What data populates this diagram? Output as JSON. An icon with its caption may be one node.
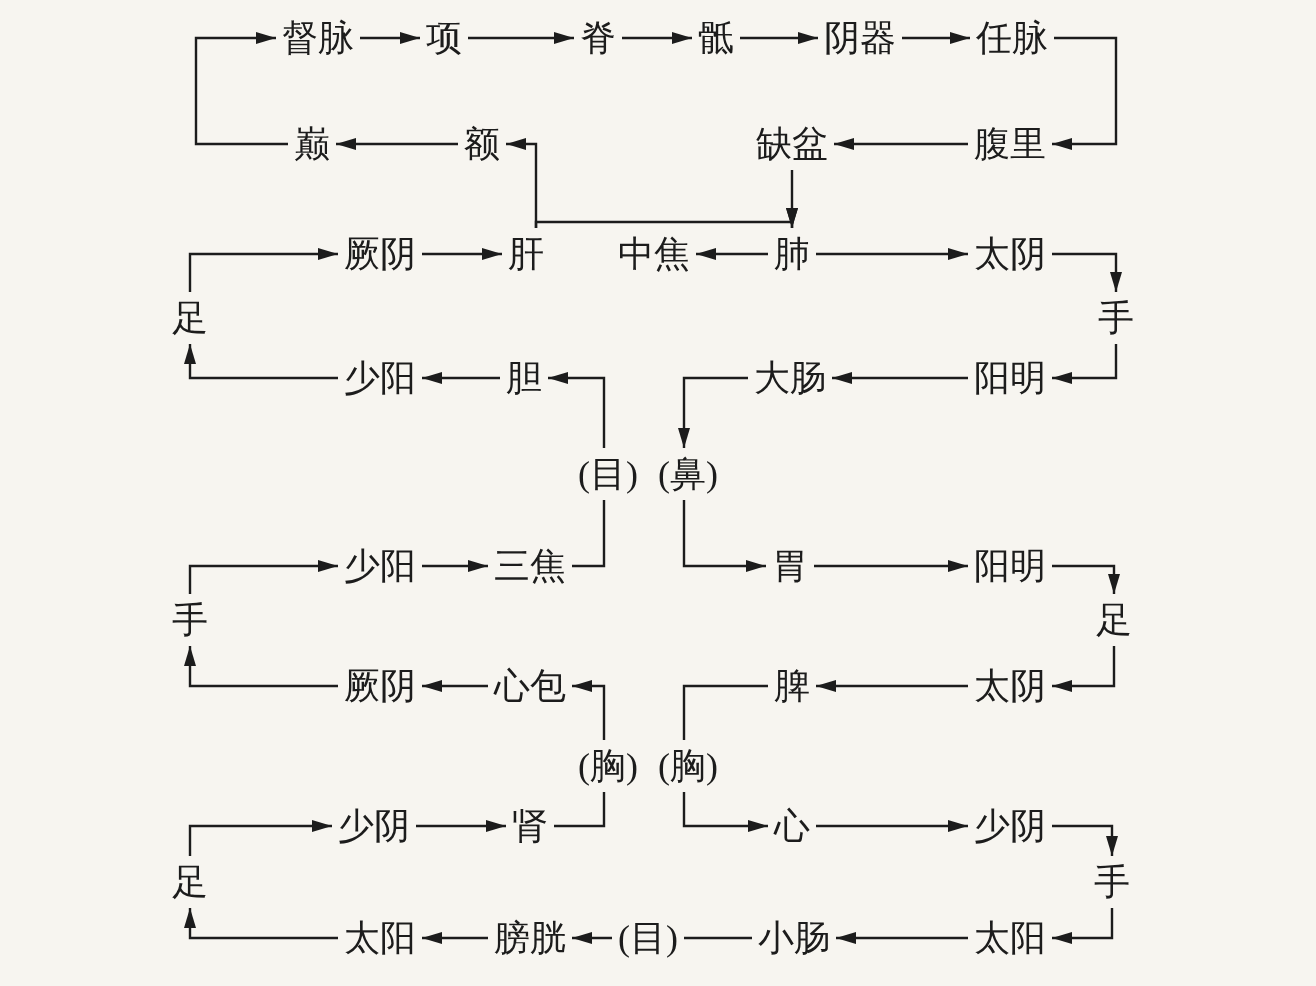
{
  "diagram": {
    "nodes": [
      {
        "text": [
          "督脉"
        ]
      },
      {
        "text": [
          "项"
        ]
      },
      {
        "text": [
          "脊"
        ]
      },
      {
        "text": [
          "骶"
        ]
      },
      {
        "text": [
          "阴器"
        ]
      },
      {
        "text": [
          "任脉"
        ]
      },
      {
        "text": [
          "巅"
        ]
      },
      {
        "text": [
          "额"
        ]
      },
      {
        "text": [
          "缺盆"
        ]
      },
      {
        "text": [
          "腹里"
        ]
      },
      {
        "text": [
          "厥阴"
        ]
      },
      {
        "text": [
          "肝"
        ]
      },
      {
        "text": [
          "中焦"
        ]
      },
      {
        "text": [
          "肺"
        ]
      },
      {
        "text": [
          "太阴"
        ]
      },
      {
        "text": [
          "足"
        ]
      },
      {
        "text": [
          "手"
        ]
      },
      {
        "text": [
          "少阳"
        ]
      },
      {
        "text": [
          "胆"
        ]
      },
      {
        "text": [
          "大肠"
        ]
      },
      {
        "text": [
          "阳明"
        ]
      },
      {
        "text": [
          "(目)"
        ]
      },
      {
        "text": [
          "(鼻)"
        ]
      },
      {
        "text": [
          "少阳"
        ]
      },
      {
        "text": [
          "三焦"
        ]
      },
      {
        "text": [
          "胃"
        ]
      },
      {
        "text": [
          "阳明"
        ]
      },
      {
        "text": [
          "手"
        ]
      },
      {
        "text": [
          "足"
        ]
      },
      {
        "text": [
          "厥阴"
        ]
      },
      {
        "text": [
          "心包"
        ]
      },
      {
        "text": [
          "脾"
        ]
      },
      {
        "text": [
          "太阴"
        ]
      },
      {
        "text": [
          "(胸)"
        ]
      },
      {
        "text": [
          "(胸)"
        ]
      },
      {
        "text": [
          "少阴"
        ]
      },
      {
        "text": [
          "肾"
        ]
      },
      {
        "text": [
          "心"
        ]
      },
      {
        "text": [
          "少阴"
        ]
      },
      {
        "text": [
          "足"
        ]
      },
      {
        "text": [
          "手"
        ]
      },
      {
        "text": [
          "太阳"
        ]
      },
      {
        "text": [
          "膀胱"
        ]
      },
      {
        "text": [
          "(目)"
        ]
      },
      {
        "text": [
          "小肠"
        ]
      },
      {
        "text": [
          "太阳"
        ]
      }
    ],
    "edges": [
      {
        "from": 0,
        "to": 1,
        "arrow": "to"
      },
      {
        "from": 1,
        "to": 2,
        "arrow": "to"
      },
      {
        "from": 2,
        "to": 3,
        "arrow": "to"
      },
      {
        "from": 3,
        "to": 4,
        "arrow": "to"
      },
      {
        "from": 4,
        "to": 5,
        "arrow": "to"
      },
      {
        "from": 5,
        "to": 9,
        "arrow": "to"
      },
      {
        "from": 9,
        "to": 8,
        "arrow": "to"
      },
      {
        "from": 8,
        "to": 13,
        "arrow": "to"
      },
      {
        "from": 7,
        "to": 6,
        "arrow": "to"
      },
      {
        "from": 6,
        "to": 0,
        "arrow": "to"
      },
      {
        "from": 11,
        "to": 7,
        "arrow": "to"
      },
      {
        "from": 11,
        "to": 13,
        "arrow": "to"
      },
      {
        "from": 13,
        "to": 12,
        "arrow": "to"
      },
      {
        "from": 13,
        "to": 14,
        "arrow": "to"
      },
      {
        "from": 14,
        "to": 16,
        "arrow": "to"
      },
      {
        "from": 16,
        "to": 20,
        "arrow": "to"
      },
      {
        "from": 20,
        "to": 19,
        "arrow": "to"
      },
      {
        "from": 19,
        "to": 22,
        "arrow": "to"
      },
      {
        "from": 22,
        "to": 25,
        "arrow": "to"
      },
      {
        "from": 25,
        "to": 26,
        "arrow": "to"
      },
      {
        "from": 26,
        "to": 28,
        "arrow": "to"
      },
      {
        "from": 28,
        "to": 32,
        "arrow": "to"
      },
      {
        "from": 32,
        "to": 31,
        "arrow": "to"
      },
      {
        "from": 31,
        "to": 34,
        "arrow": "none"
      },
      {
        "from": 34,
        "to": 37,
        "arrow": "to"
      },
      {
        "from": 37,
        "to": 38,
        "arrow": "to"
      },
      {
        "from": 38,
        "to": 40,
        "arrow": "to"
      },
      {
        "from": 40,
        "to": 45,
        "arrow": "to"
      },
      {
        "from": 45,
        "to": 44,
        "arrow": "to"
      },
      {
        "from": 44,
        "to": 43,
        "arrow": "none"
      },
      {
        "from": 43,
        "to": 42,
        "arrow": "to"
      },
      {
        "from": 42,
        "to": 41,
        "arrow": "to"
      },
      {
        "from": 41,
        "to": 39,
        "arrow": "to"
      },
      {
        "from": 39,
        "to": 35,
        "arrow": "to"
      },
      {
        "from": 35,
        "to": 36,
        "arrow": "to"
      },
      {
        "from": 36,
        "to": 33,
        "arrow": "none"
      },
      {
        "from": 33,
        "to": 30,
        "arrow": "to"
      },
      {
        "from": 30,
        "to": 29,
        "arrow": "to"
      },
      {
        "from": 29,
        "to": 27,
        "arrow": "to"
      },
      {
        "from": 27,
        "to": 23,
        "arrow": "to"
      },
      {
        "from": 23,
        "to": 24,
        "arrow": "to"
      },
      {
        "from": 24,
        "to": 21,
        "arrow": "none"
      },
      {
        "from": 21,
        "to": 18,
        "arrow": "to"
      },
      {
        "from": 18,
        "to": 17,
        "arrow": "to"
      },
      {
        "from": 17,
        "to": 15,
        "arrow": "to"
      },
      {
        "from": 15,
        "to": 10,
        "arrow": "to"
      },
      {
        "from": 10,
        "to": 11,
        "arrow": "to"
      }
    ]
  }
}
